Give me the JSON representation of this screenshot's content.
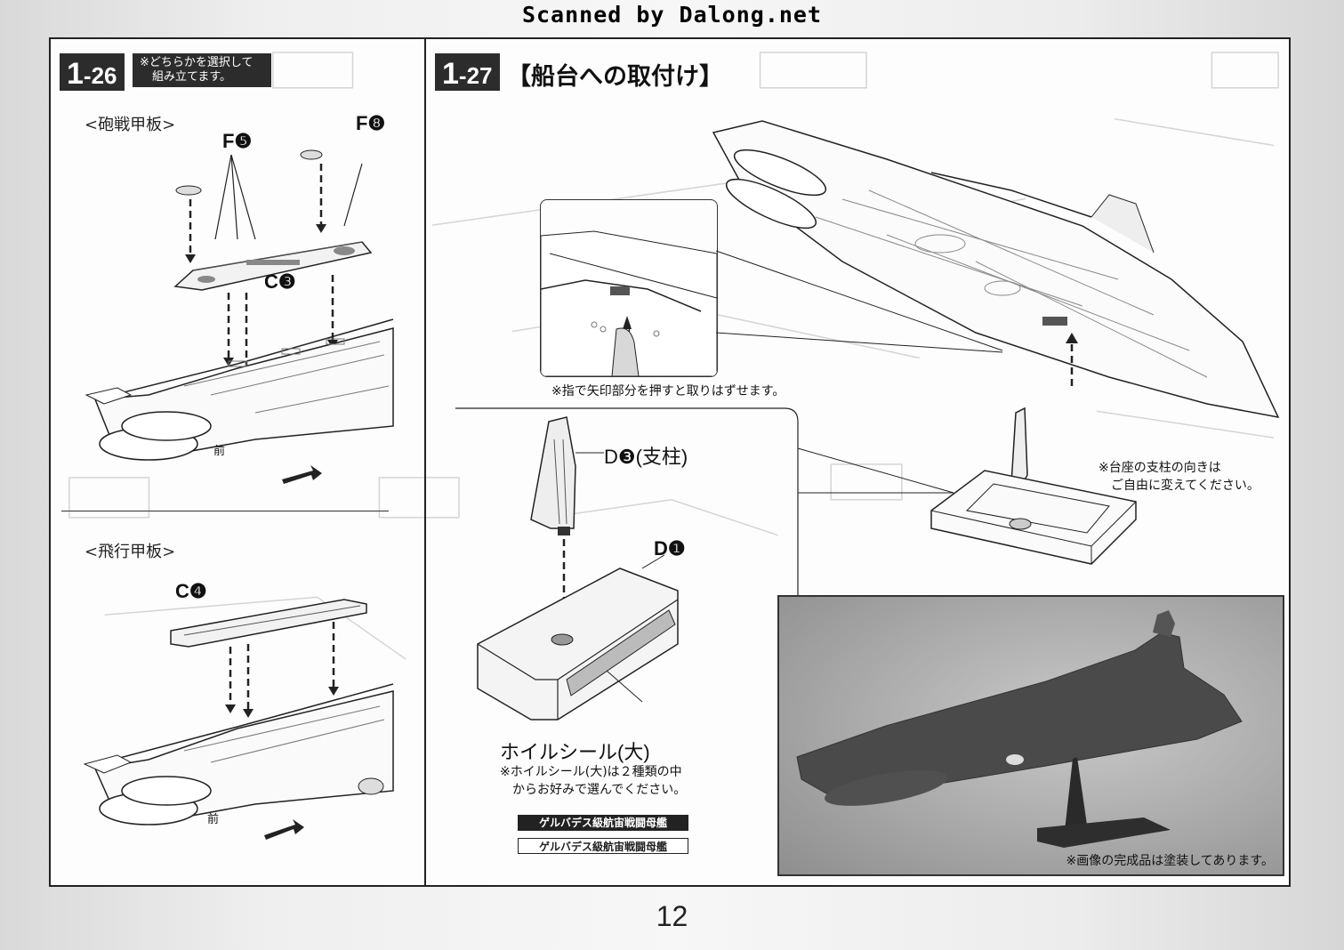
{
  "banner": "Scanned by Dalong.net",
  "page_number": "12",
  "step_126": {
    "num_major": "1",
    "num_minor": "-26",
    "note_line1": "※どちらかを選択して",
    "note_line2": "組み立てます。",
    "battle_deck_label": "<砲戦甲板>",
    "flight_deck_label": "<飛行甲板>",
    "part_f5": "F❺",
    "part_f8": "F❽",
    "part_c3": "C❸",
    "part_c4": "C❹",
    "front_1": "前",
    "front_2": "前"
  },
  "step_127": {
    "num_major": "1",
    "num_minor": "-27",
    "title": "【船台への取付け】",
    "finger_note": "※指で矢印部分を押すと取りはずせます。",
    "part_d3": "D❸(支柱)",
    "part_d1": "D❶",
    "stand_note_line1": "※台座の支柱の向きは",
    "stand_note_line2": "ご自由に変えてください。",
    "foil_label": "ホイルシール(大)",
    "foil_note_line1": "※ホイルシール(大)は２種類の中",
    "foil_note_line2": "からお好みで選んでください。",
    "decal_dark": "ゲルバデス級航宙戦闘母艦",
    "decal_light": "ゲルバデス級航宙戦闘母艦",
    "photo_note": "※画像の完成品は塗装してあります。"
  }
}
